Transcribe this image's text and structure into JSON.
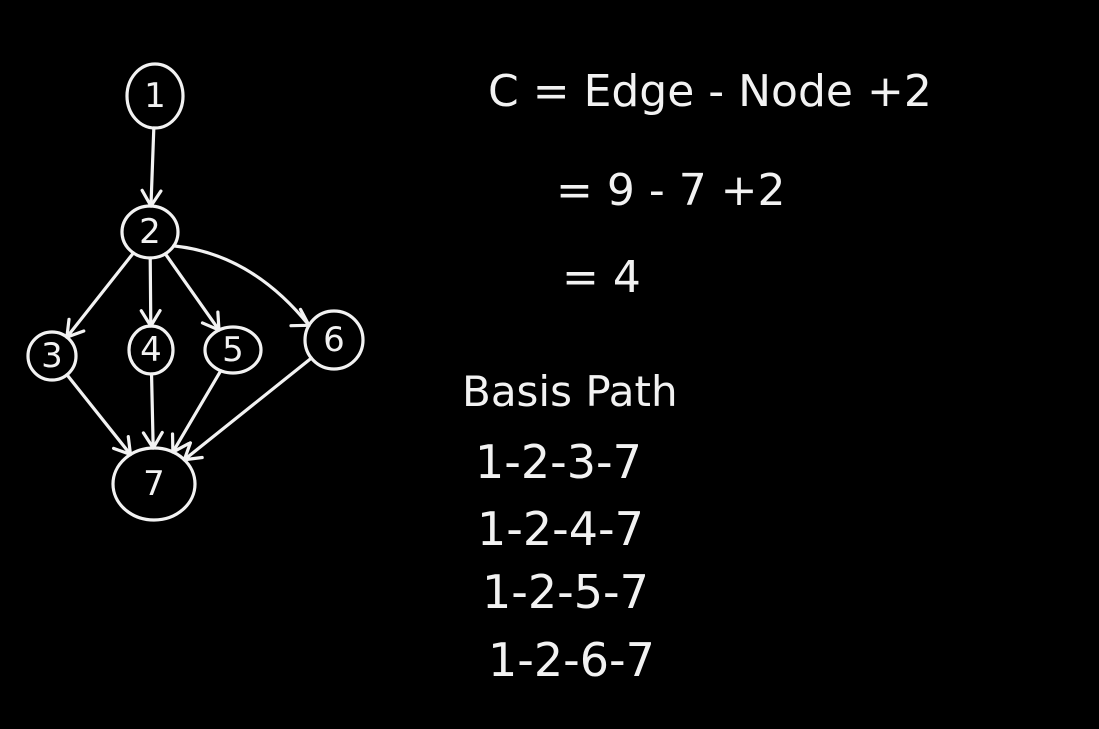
{
  "colors": {
    "background": "#000000",
    "ink": "#f2f2f2"
  },
  "graph": {
    "nodes": [
      {
        "id": "1",
        "label": "1"
      },
      {
        "id": "2",
        "label": "2"
      },
      {
        "id": "3",
        "label": "3"
      },
      {
        "id": "4",
        "label": "4"
      },
      {
        "id": "5",
        "label": "5"
      },
      {
        "id": "6",
        "label": "6"
      },
      {
        "id": "7",
        "label": "7"
      }
    ],
    "edges": [
      {
        "from": "1",
        "to": "2"
      },
      {
        "from": "2",
        "to": "3"
      },
      {
        "from": "2",
        "to": "4"
      },
      {
        "from": "2",
        "to": "5"
      },
      {
        "from": "2",
        "to": "6"
      },
      {
        "from": "3",
        "to": "7"
      },
      {
        "from": "4",
        "to": "7"
      },
      {
        "from": "5",
        "to": "7"
      },
      {
        "from": "6",
        "to": "7"
      }
    ]
  },
  "formula": {
    "line1": "C = Edge - Node +2",
    "line2": "= 9 - 7 +2",
    "line3": "= 4"
  },
  "basis": {
    "title": "Basis Path",
    "paths": [
      "1-2-3-7",
      "1-2-4-7",
      "1-2-5-7",
      "1-2-6-7"
    ]
  }
}
